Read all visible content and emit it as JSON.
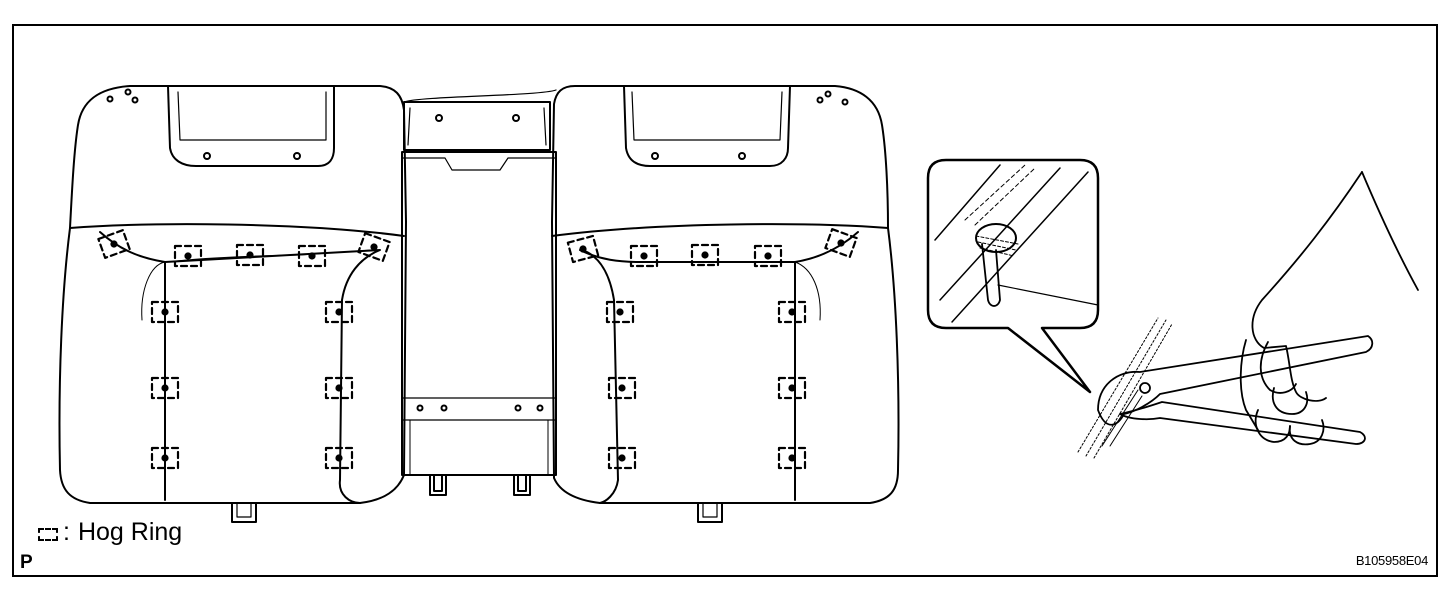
{
  "legend": {
    "symbol": "hog-ring-dashed-square",
    "label": "Hog Ring",
    "separator": ":"
  },
  "corner_label": "P",
  "figure_id": "B105958E04"
}
